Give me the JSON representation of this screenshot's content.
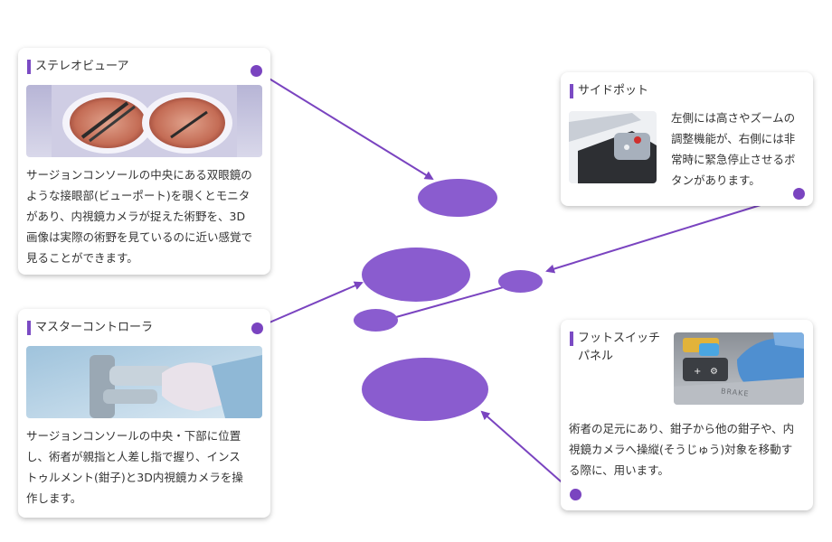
{
  "colors": {
    "accent": "#7a44c0",
    "blob": "#8a5ccf"
  },
  "cards": {
    "stereo_viewer": {
      "title": "ステレオビューア",
      "description": "サージョンコンソールの中央にある双眼鏡の\nような接眼部(ビューポート)を覗くとモニタ\nがあり、内視鏡カメラが捉えた術野を、3D\n画像は実際の術野を見ているのに近い感覚で\n見ることができます。"
    },
    "side_pocket": {
      "title": "サイドポット",
      "description": "左側には高さやズームの\n調整機能が、右側には非\n常時に緊急停止させるボ\nタンがあります。"
    },
    "master_controller": {
      "title": "マスターコントローラ",
      "description": "サージョンコンソールの中央・下部に位置\nし、術者が親指と人差し指で握り、インス\nトゥルメント(鉗子)と3D内視鏡カメラを操\n作します。"
    },
    "foot_switch": {
      "title": "フットスイッチ\nパネル",
      "description": "術者の足元にあり、鉗子から他の鉗子や、内\n視鏡カメラへ操縦(そうじゅう)対象を移動す\nる際に、用います。",
      "photo_label": "BRAKE"
    }
  }
}
